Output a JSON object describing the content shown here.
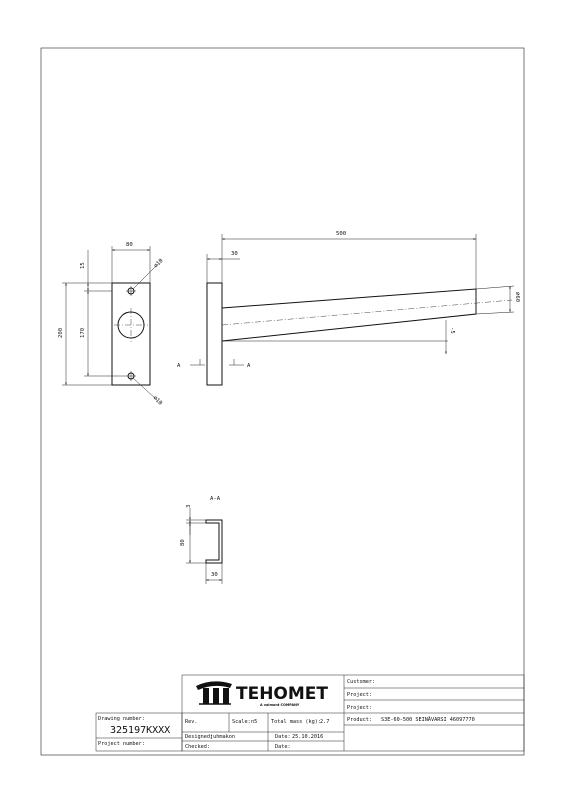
{
  "front_view": {
    "width": "80",
    "hole_top": "⌀10",
    "offset_top": "15",
    "height_total": "200",
    "hole_spacing": "170",
    "hole_bottom": "⌀10"
  },
  "side_view": {
    "length": "500",
    "flange": "30",
    "diameter": "⌀60",
    "angle": "-5",
    "section_label_left": "A",
    "section_label_right": "A"
  },
  "section_view": {
    "title": "A-A",
    "thickness": "3",
    "height": "80",
    "width": "30"
  },
  "title_block": {
    "company_name": "TEHOMET",
    "company_sub": "A valmont COMPANY",
    "customer_label": "Customer:",
    "project_label_1": "Project:",
    "project_label_2": "Project:",
    "product_label": "Product:",
    "product_value": "S3E-60-500 SEINÄVARSI 46097770",
    "drawing_number_label": "Drawing number:",
    "drawing_number_value": "325197KXXX",
    "rev_label": "Rev.",
    "scale_label": "Scale:",
    "scale_value": "n5",
    "mass_label": "Total mass (kg):",
    "mass_value": "2.7",
    "designed_label": "Designed:",
    "designed_value": "juhmakon",
    "date_label": "Date:",
    "date_value": "25.10.2016",
    "project_number_label": "Project number:",
    "checked_label": "Checked:",
    "date2_label": "Date:"
  }
}
